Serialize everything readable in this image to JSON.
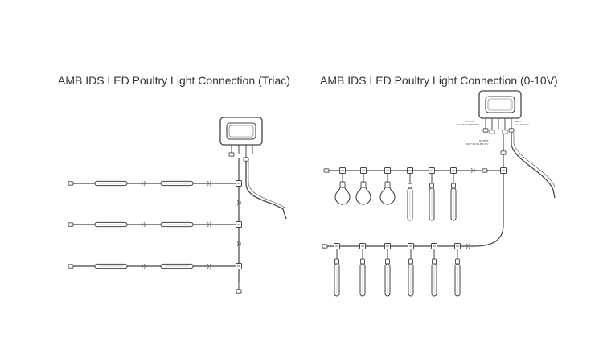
{
  "diagrams": [
    {
      "title": "AMB IDS LED Poultry Light Connection (Triac)"
    },
    {
      "title": "AMB IDS LED Poultry Light Connection (0-10V)",
      "driver_labels": {
        "output_top": "OUTPUT",
        "output_top_spec": "DC 7.5V/14.6W 2TV",
        "input_top": "INPUT",
        "input_top_spec": "AC 220-277V",
        "output_bottom": "OUTPUT",
        "output_bottom_spec": "DC 7.5V/14.6W 2TV"
      }
    }
  ],
  "colors": {
    "line": "#4a4a4a",
    "background": "#ffffff"
  }
}
